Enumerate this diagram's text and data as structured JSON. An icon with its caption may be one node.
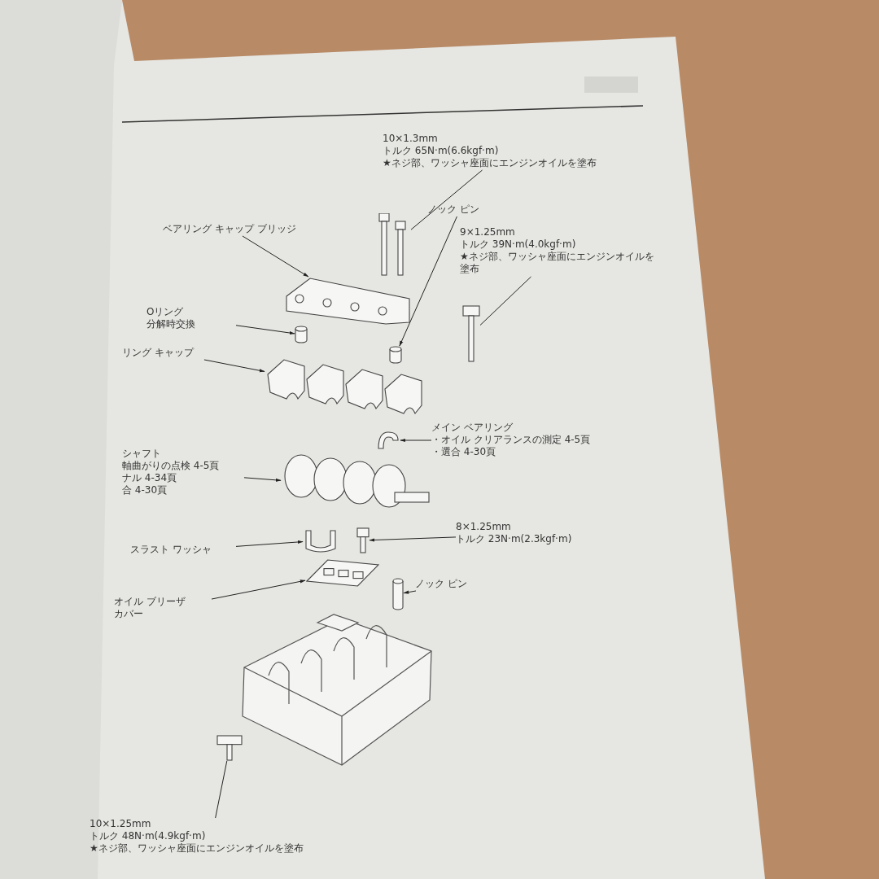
{
  "diagram": {
    "nodes": [
      {
        "text": [
          "10×1.3mm",
          "トルク 65N·m(6.6kgf·m)",
          "★ネジ部、ワッシャ座面にエンジンオイルを塗布"
        ]
      },
      {
        "text": [],
        "shape": "picture"
      },
      {
        "text": [
          "ノック ピン"
        ]
      },
      {
        "text": [],
        "shape": "cylinder"
      },
      {
        "text": [
          "9×1.25mm",
          "トルク 39N·m(4.0kgf·m)",
          "★ネジ部、ワッシャ座面にエンジンオイルを塗布"
        ]
      },
      {
        "text": [],
        "shape": "picture"
      },
      {
        "text": [
          "ベアリング キャップ ブリッジ"
        ]
      },
      {
        "text": [],
        "shape": "picture"
      },
      {
        "text": [
          "Oリング",
          "分解時交換"
        ]
      },
      {
        "text": [],
        "shape": "cylinder"
      },
      {
        "text": [
          "リング キャップ"
        ]
      },
      {
        "text": [],
        "shape": "picture"
      },
      {
        "text": [
          "メイン ベアリング",
          "・オイル クリアランスの測定 4-5頁",
          "・選合 4-30頁"
        ]
      },
      {
        "text": [],
        "shape": "picture"
      },
      {
        "text": [
          "シャフト",
          "軸曲がりの点検 4-5頁",
          "ナル 4-34頁",
          "合 4-30頁"
        ]
      },
      {
        "text": [],
        "shape": "picture"
      },
      {
        "text": [
          "8×1.25mm",
          "トルク 23N·m(2.3kgf·m)"
        ]
      },
      {
        "text": [],
        "shape": "picture"
      },
      {
        "text": [
          "スラスト ワッシャ"
        ]
      },
      {
        "text": [],
        "shape": "picture"
      },
      {
        "text": [
          "オイル ブリーザ",
          "カバー"
        ]
      },
      {
        "text": [],
        "shape": "picture"
      },
      {
        "text": [
          "ノック ピン"
        ]
      },
      {
        "text": [],
        "shape": "cylinder"
      },
      {
        "text": [
          "10×1.25mm",
          "トルク 48N·m(4.9kgf·m)",
          "★ネジ部、ワッシャ座面にエンジンオイルを塗布"
        ]
      },
      {
        "text": [],
        "shape": "picture"
      }
    ],
    "edges": [
      {
        "from": 0,
        "to": 1,
        "arrow": "none"
      },
      {
        "from": 2,
        "to": 3,
        "arrow": "to"
      },
      {
        "from": 4,
        "to": 5,
        "arrow": "none"
      },
      {
        "from": 6,
        "to": 7,
        "arrow": "to"
      },
      {
        "from": 8,
        "to": 9,
        "arrow": "to"
      },
      {
        "from": 10,
        "to": 11,
        "arrow": "to"
      },
      {
        "from": 12,
        "to": 13,
        "arrow": "to"
      },
      {
        "from": 14,
        "to": 15,
        "arrow": "to"
      },
      {
        "from": 16,
        "to": 17,
        "arrow": "to"
      },
      {
        "from": 18,
        "to": 19,
        "arrow": "to"
      },
      {
        "from": 20,
        "to": 21,
        "arrow": "to"
      },
      {
        "from": 22,
        "to": 23,
        "arrow": "to"
      },
      {
        "from": 24,
        "to": 25,
        "arrow": "none"
      }
    ]
  }
}
